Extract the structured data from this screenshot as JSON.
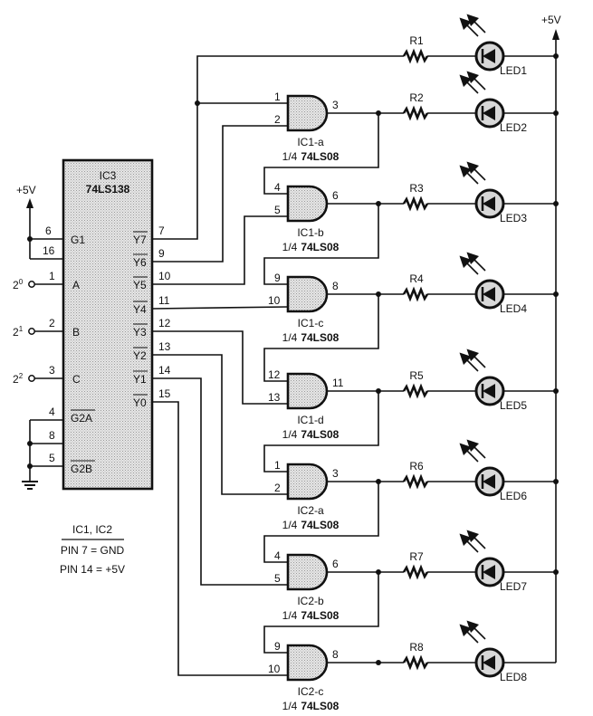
{
  "diagram": {
    "type": "schematic",
    "title_implied": "3-to-8 decoder driven LED bar display",
    "supply_label": "+5V",
    "decoder": {
      "ref": "IC3",
      "part": "74LS138",
      "enable_pins": [
        {
          "name": "G1",
          "pin": "6",
          "overline": false
        },
        {
          "name": "G2A",
          "pin": "4",
          "overline": true
        },
        {
          "name": "G2B",
          "pin": "5",
          "overline": true
        }
      ],
      "vcc_pin": "16",
      "gnd_pin": "8",
      "inputs": [
        {
          "name": "A",
          "pin": "1",
          "weight": "2",
          "exp": "0"
        },
        {
          "name": "B",
          "pin": "2",
          "weight": "2",
          "exp": "1"
        },
        {
          "name": "C",
          "pin": "3",
          "weight": "2",
          "exp": "2"
        }
      ],
      "outputs": [
        {
          "name": "Y7",
          "pin": "7"
        },
        {
          "name": "Y6",
          "pin": "9"
        },
        {
          "name": "Y5",
          "pin": "10"
        },
        {
          "name": "Y4",
          "pin": "11"
        },
        {
          "name": "Y3",
          "pin": "12"
        },
        {
          "name": "Y2",
          "pin": "13"
        },
        {
          "name": "Y1",
          "pin": "14"
        },
        {
          "name": "Y0",
          "pin": "15"
        }
      ]
    },
    "gates": [
      {
        "ref": "IC1-a",
        "part": "1/4",
        "part_bold": "74LS08",
        "in1": "1",
        "in2": "2",
        "out": "3"
      },
      {
        "ref": "IC1-b",
        "part": "1/4",
        "part_bold": "74LS08",
        "in1": "4",
        "in2": "5",
        "out": "6"
      },
      {
        "ref": "IC1-c",
        "part": "1/4",
        "part_bold": "74LS08",
        "in1": "9",
        "in2": "10",
        "out": "8"
      },
      {
        "ref": "IC1-d",
        "part": "1/4",
        "part_bold": "74LS08",
        "in1": "12",
        "in2": "13",
        "out": "11"
      },
      {
        "ref": "IC2-a",
        "part": "1/4",
        "part_bold": "74LS08",
        "in1": "1",
        "in2": "2",
        "out": "3"
      },
      {
        "ref": "IC2-b",
        "part": "1/4",
        "part_bold": "74LS08",
        "in1": "4",
        "in2": "5",
        "out": "6"
      },
      {
        "ref": "IC2-c",
        "part": "1/4",
        "part_bold": "74LS08",
        "in1": "9",
        "in2": "10",
        "out": "8"
      }
    ],
    "leds": [
      {
        "resistor": "R1",
        "led": "LED1"
      },
      {
        "resistor": "R2",
        "led": "LED2"
      },
      {
        "resistor": "R3",
        "led": "LED3"
      },
      {
        "resistor": "R4",
        "led": "LED4"
      },
      {
        "resistor": "R5",
        "led": "LED5"
      },
      {
        "resistor": "R6",
        "led": "LED6"
      },
      {
        "resistor": "R7",
        "led": "LED7"
      },
      {
        "resistor": "R8",
        "led": "LED8"
      }
    ],
    "note": {
      "heading": "IC1, IC2",
      "lines": [
        "PIN 7 = GND",
        "PIN 14 = +5V"
      ]
    },
    "colors": {
      "ink": "#111111",
      "ic_fill": "#d4d4d4",
      "led_fill": "#cfcfcf",
      "background": "#ffffff"
    }
  }
}
